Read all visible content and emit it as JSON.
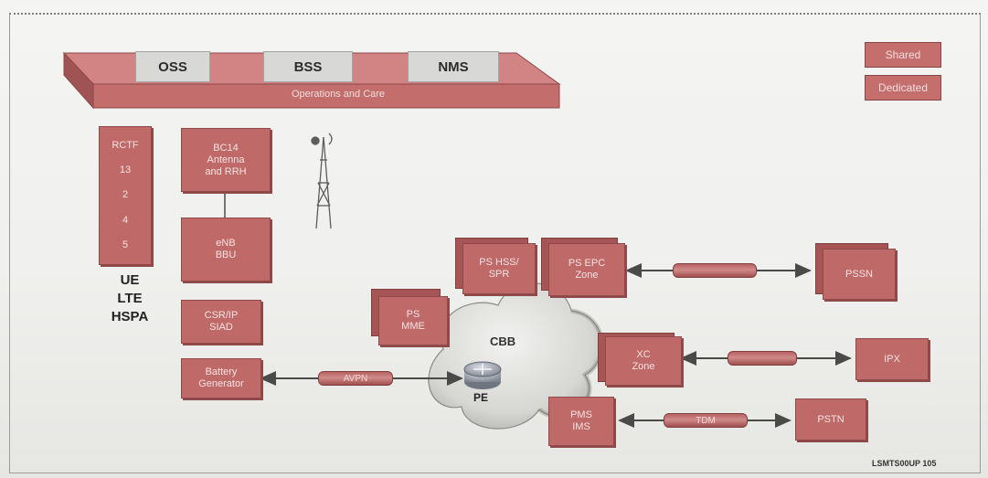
{
  "ops_bar": {
    "tabs": [
      "OSS",
      "BSS",
      "NMS"
    ],
    "label": "Operations and Care"
  },
  "legend": {
    "shared": "Shared",
    "dedicated": "Dedicated"
  },
  "ue_list": [
    "RCTF",
    "13",
    "2",
    "4",
    "5"
  ],
  "side_labels": [
    "UE",
    "LTE",
    "HSPA"
  ],
  "ran": {
    "antenna": [
      "BC14",
      "Antenna",
      "and RRH"
    ],
    "bbu": [
      "eNB",
      "BBU"
    ],
    "csr": [
      "CSR/IP",
      "SIAD"
    ],
    "battery": [
      "Battery",
      "Generator"
    ]
  },
  "core": {
    "hss": [
      "PS HSS/",
      "SPR"
    ],
    "epc": [
      "PS EPC",
      "Zone"
    ],
    "mme": [
      "PS",
      "MME"
    ],
    "cloud": "CBB",
    "router": "PE",
    "xc": [
      "XC",
      "Zone"
    ],
    "pms": [
      "PMS",
      "IMS"
    ],
    "pssn": "PSSN",
    "ipx": "IPX",
    "pstn": "PSTN"
  },
  "pipes": {
    "backhaul": "AVPN",
    "epc_link": "",
    "xc_link": "",
    "pstn_link": "TDM"
  },
  "figure_id": "LSMTS00UP 105",
  "colors": {
    "box_fill": "#bf6a69",
    "box_border": "#8e4948",
    "ops_bar": "#c36d6c",
    "cloud": "#d9d9d7"
  }
}
